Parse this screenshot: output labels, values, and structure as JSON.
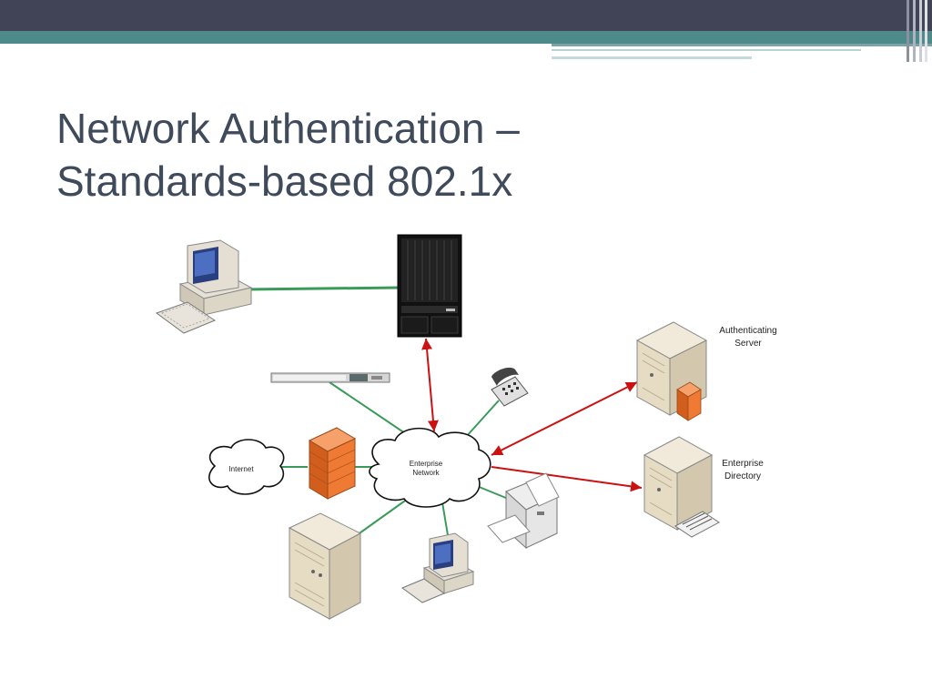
{
  "slide": {
    "title_line1": "Network Authentication –",
    "title_line2": "Standards-based 802.1x"
  },
  "nodes": {
    "internet": "Internet",
    "enterprise_network_line1": "Enterprise",
    "enterprise_network_line2": "Network",
    "auth_server_line1": "Authenticating",
    "auth_server_line2": "Server",
    "directory_line1": "Enterprise",
    "directory_line2": "Directory"
  },
  "colors": {
    "header_dark": "#414456",
    "header_teal": "#4f8a8b",
    "band_light": "#a6c6c8",
    "title_text": "#3f4a5b",
    "link_green": "#3a9a5a",
    "link_red": "#cc1111",
    "device_beige": "#e8dfc8",
    "firewall_orange": "#e8742a"
  }
}
